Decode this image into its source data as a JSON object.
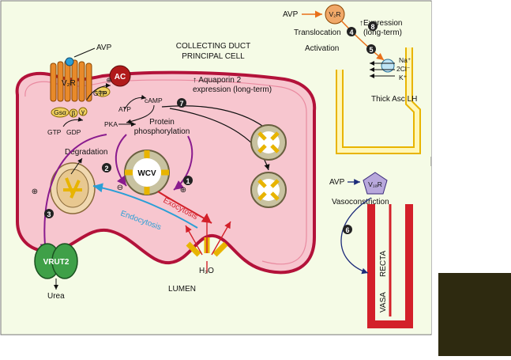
{
  "cell": {
    "title_line1": "COLLECTING DUCT",
    "title_line2": "PRINCIPAL CELL",
    "lumen": "LUMEN"
  },
  "receptor": {
    "avp": "AVP",
    "v2r": "V₂R",
    "ac": "AC",
    "gsa_active": "Gsα",
    "gsa": "Gsα",
    "beta": "β",
    "gamma": "γ",
    "plus_badge": "⊕",
    "gtp_top": "GTP",
    "atp": "ATP",
    "camp": "cAMP",
    "gtp_bottom": "GTP",
    "gdp": "GDP",
    "pka": "PKA"
  },
  "intracellular": {
    "protein_line1": "Protein",
    "protein_line2": "phosphorylation",
    "aqp2_line1": "↑ Aquaporin 2",
    "aqp2_line2": "expression (long-term)",
    "degradation": "Degradation",
    "wcv": "WCV",
    "endocytosis": "Endocytosis",
    "exocytosis": "Exocytosis",
    "h2o": "H₂O",
    "vrut2": "VRUT2",
    "urea": "Urea",
    "minus": "⊖",
    "plus_1": "⊕",
    "plus_3": "⊕",
    "num_1": "1",
    "num_2": "2",
    "num_3": "3",
    "num_7": "7"
  },
  "thick_asc": {
    "avp": "AVP",
    "v2r": "V₂R",
    "expression_line1": "↑Expression",
    "expression_line2": "(long-term)",
    "translocation": "Translocation",
    "activation": "Activation",
    "na": "Na⁺",
    "cl": "2Cl⁻",
    "k": "K⁺",
    "label": "Thick Asc LH",
    "num_4": "4",
    "num_5": "5",
    "num_8": "8"
  },
  "vasa": {
    "avp": "AVP",
    "v1ar": "V₁ₐR",
    "vasoconstriction": "Vasoconstriction",
    "recta": "RECTA",
    "vasa": "VASA",
    "num_6": "6"
  },
  "colors": {
    "cell_fill": "#f7c6cf",
    "cell_border": "#b3123a",
    "background_panel": "#f5fbe6",
    "tubule_fill": "#fff7b8",
    "tubule_border": "#e8b400",
    "vessel": "#d3202a",
    "ac_fill": "#b01a1a",
    "dark_box": "#2e2a10",
    "exocytosis": "#d3202a",
    "endocytosis": "#2a9fd6",
    "pathway_purple": "#8a1b8e"
  }
}
